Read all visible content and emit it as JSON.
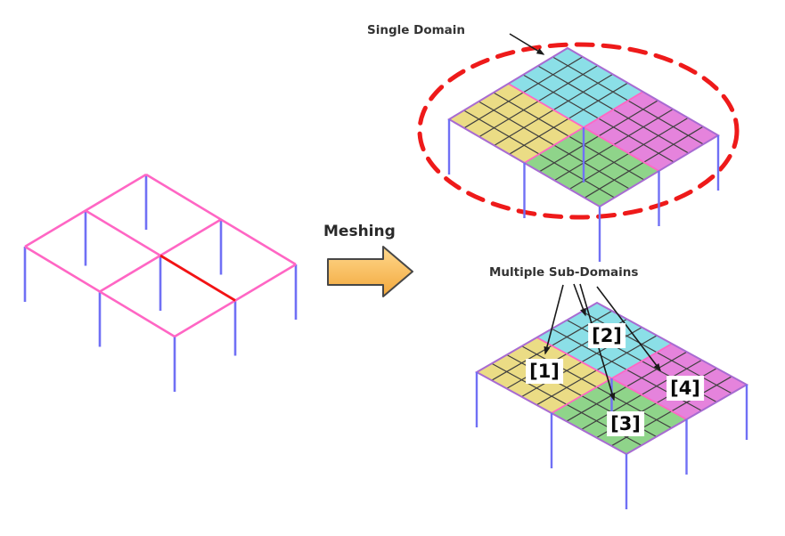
{
  "labels": {
    "meshing": "Meshing",
    "single_domain": "Single Domain",
    "multiple_subdomains": "Multiple Sub-Domains"
  },
  "subdomains": [
    {
      "label": "[1]",
      "region": "yellow",
      "color": "#EBDC85"
    },
    {
      "label": "[2]",
      "region": "cyan",
      "color": "#8BDFE7"
    },
    {
      "label": "[3]",
      "region": "green",
      "color": "#8FD48A"
    },
    {
      "label": "[4]",
      "region": "magenta",
      "color": "#E583DC"
    }
  ],
  "colors": {
    "background": "#FFFFFF",
    "beam_pink": "#FF66C4",
    "beam_highlight_red": "#F21414",
    "column_blue": "#7070F5",
    "mesh_cyan": "#8BDFE7",
    "mesh_yellow": "#EBDC85",
    "mesh_green": "#8FD48A",
    "mesh_magenta": "#E583DC",
    "mesh_grid": "#3F3F3F",
    "mesh_outline": "#A86BD2",
    "ellipse_red": "#EE1A1A",
    "arrow_fill_top": "#FFD98E",
    "arrow_fill_bottom": "#F2A73B",
    "arrow_outline": "#474747",
    "annotation": "#1A1A1A",
    "text": "#333333"
  },
  "icons": {
    "meshing_arrow": "block-arrow-right",
    "single_domain_marker": "dashed-ellipse",
    "callouts": "line-arrowheads"
  }
}
